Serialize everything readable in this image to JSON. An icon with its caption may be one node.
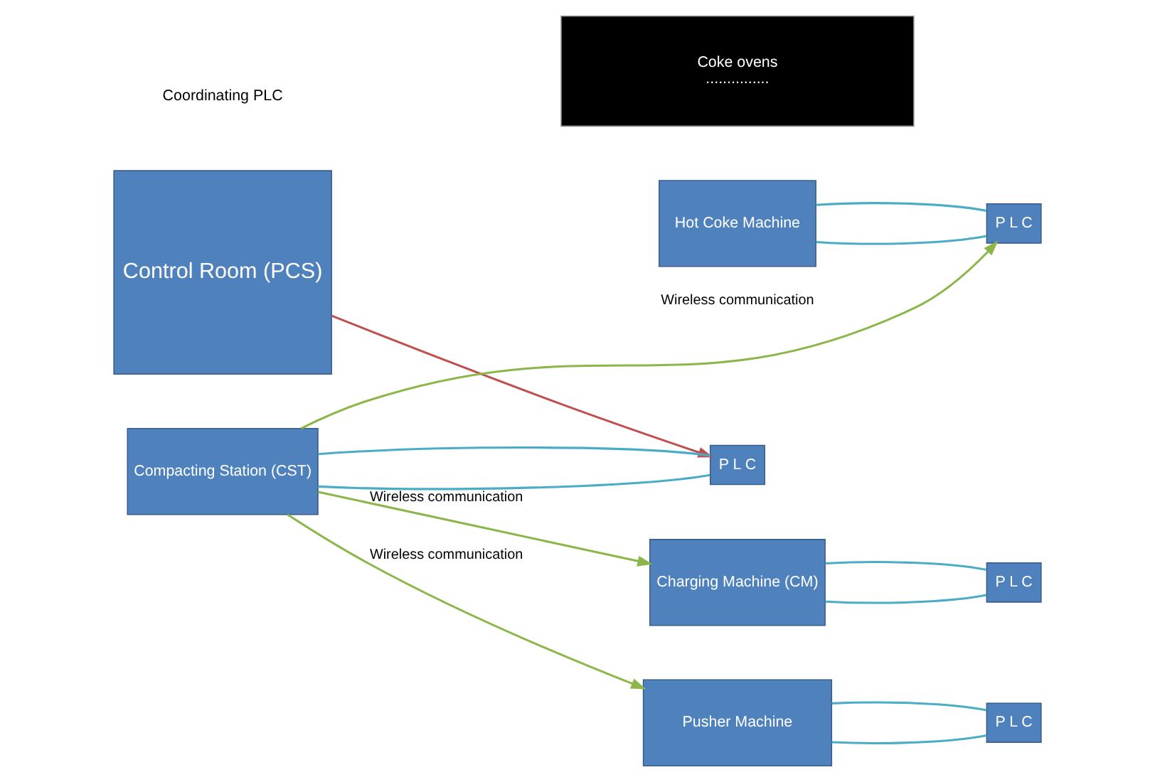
{
  "diagram": {
    "nodes": [
      {
        "text": [
          "Hot Coke Machine"
        ]
      },
      {
        "text": [
          "P L C"
        ]
      },
      {
        "text": [
          "Control Room (PCS)"
        ]
      },
      {
        "text": [
          "Coke ovens",
          "..............."
        ]
      },
      {
        "text": [
          "Compacting Station (CST)"
        ]
      },
      {
        "text": [
          "P L C"
        ]
      },
      {
        "text": [
          "Pusher Machine"
        ]
      },
      {
        "text": [
          "P L C"
        ]
      },
      {
        "text": [
          "Charging Machine (CM)"
        ]
      },
      {
        "text": [
          "P L C"
        ]
      }
    ],
    "edges": [
      {
        "from": 0,
        "to": 1,
        "arrow": "none"
      },
      {
        "from": 0,
        "to": 1,
        "arrow": "none"
      },
      {
        "from": 4,
        "to": 5,
        "arrow": "none"
      },
      {
        "from": 4,
        "to": 5,
        "arrow": "none"
      },
      {
        "from": 6,
        "to": 7,
        "arrow": "none"
      },
      {
        "from": 6,
        "to": 7,
        "arrow": "none"
      },
      {
        "from": 8,
        "to": 9,
        "arrow": "none"
      },
      {
        "from": 8,
        "to": 9,
        "arrow": "none"
      },
      {
        "from": 4,
        "to": 1,
        "arrow": "to",
        "label": "Wireless communication",
        "color": "#8db64a"
      },
      {
        "from": 4,
        "to": 8,
        "arrow": "to",
        "label": "Wireless communication",
        "color": "#8db64a"
      },
      {
        "from": 4,
        "to": 6,
        "arrow": "to",
        "label": "Wireless communication",
        "color": "#8db64a"
      },
      {
        "from": 2,
        "to": 5,
        "arrow": "to",
        "color": "#c0504d"
      }
    ],
    "labels": [
      "Coordinating PLC"
    ]
  }
}
